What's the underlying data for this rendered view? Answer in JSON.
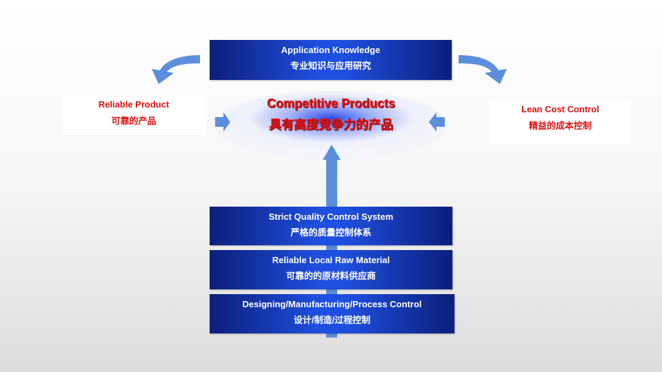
{
  "top": {
    "en": "Application Knowledge",
    "cn": "专业知识与应用研究"
  },
  "left": {
    "en": "Reliable Product",
    "cn": "可靠的产品"
  },
  "right": {
    "en": "Lean Cost Control",
    "cn": "精益的成本控制"
  },
  "center": {
    "en": "Competitive Products",
    "cn": "具有高度竞争力的产品"
  },
  "foundation": [
    {
      "en": "Strict Quality Control System",
      "cn": "严格的质量控制体系"
    },
    {
      "en": "Reliable Local Raw Material",
      "cn": "可靠的的原材料供应商"
    },
    {
      "en": "Designing/Manufacturing/Process Control",
      "cn": "设计/制造/过程控制"
    }
  ],
  "colors": {
    "blue": "#1f4fe0",
    "red": "#e01010",
    "arrow": "#5b8fdc"
  }
}
